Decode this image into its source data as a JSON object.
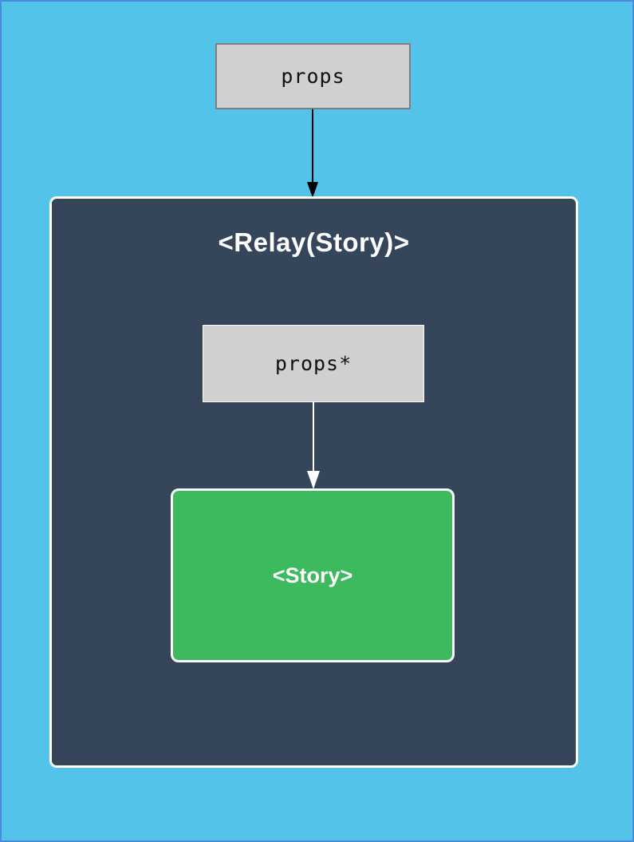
{
  "diagram": {
    "outer_props_node": {
      "label": "props"
    },
    "relay_container": {
      "title": "<Relay(Story)>"
    },
    "inner_props_node": {
      "label": "props*"
    },
    "story_node": {
      "label": "<Story>"
    }
  },
  "colors": {
    "background": "#54C3E9",
    "page_border": "#4A8CDB",
    "container_fill": "#35455A",
    "node_fill": "#D0D0D0",
    "node_border_gray": "#7F7F7F",
    "story_fill": "#3DBA5D",
    "arrow_dark": "#000000",
    "arrow_light": "#FFFFFF",
    "text_dark": "#111111",
    "text_light": "#FFFFFF"
  }
}
